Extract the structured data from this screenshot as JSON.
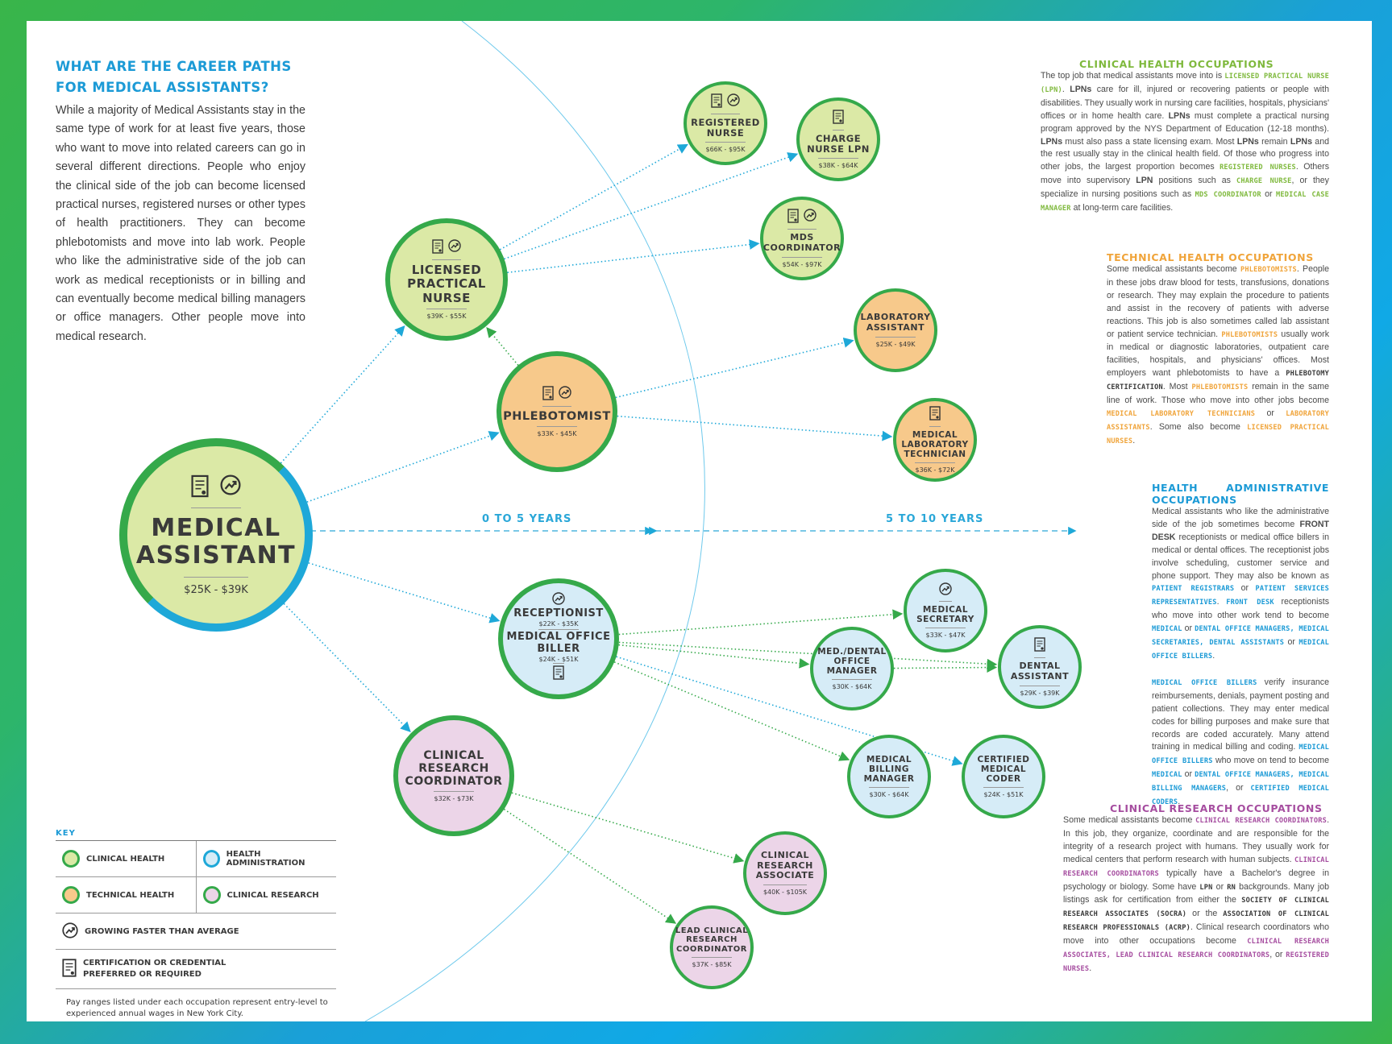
{
  "heading": "WHAT ARE THE CAREER PATHS FOR MEDICAL ASSISTANTS?",
  "intro": "While a majority of Medical Assistants stay in the same type of work for at least five years, those who want to move into related careers can go in several different directions. People who enjoy the clinical side of the job can become licensed practical nurses, registered nurses or other types of health practitioners. They can become phlebotomists and move into lab work. People who like the administrative side of the job can work as medical receptionists or in billing and can eventually become medical billing managers or office managers. Other people move into medical research.",
  "timeline": {
    "early": "0 TO 5 YEARS",
    "late": "5 TO 10 YEARS"
  },
  "colors": {
    "clinical_health": "#dbe9a6",
    "technical_health": "#f7c98b",
    "health_administration": "#d6ecf7",
    "clinical_research": "#ecd5e8",
    "ring_green": "#35a94a",
    "ring_blue": "#1ea8d8"
  },
  "nodes": {
    "medical_assistant": {
      "title": "MEDICAL ASSISTANT",
      "pay": "$25K - $39K",
      "icons": [
        "certification-icon",
        "growing-icon"
      ]
    },
    "lpn": {
      "title": "LICENSED PRACTICAL NURSE",
      "pay": "$39K - $55K",
      "icons": [
        "certification-icon",
        "growing-icon"
      ]
    },
    "phlebotomist": {
      "title": "PHLEBOTOMIST",
      "pay": "$33K - $45K",
      "icons": [
        "certification-icon",
        "growing-icon"
      ]
    },
    "receptionist": {
      "title": "RECEPTIONIST",
      "pay": "$22K - $35K",
      "title2": "MEDICAL OFFICE BILLER",
      "pay2": "$24K - $51K",
      "icons": [
        "growing-icon",
        "certification-icon"
      ]
    },
    "crc": {
      "title": "CLINICAL RESEARCH COORDINATOR",
      "pay": "$32K - $73K"
    },
    "rn": {
      "title": "REGISTERED NURSE",
      "pay": "$66K - $95K",
      "icons": [
        "certification-icon",
        "growing-icon"
      ]
    },
    "charge_nurse": {
      "title": "CHARGE NURSE LPN",
      "pay": "$38K - $64K",
      "icons": [
        "certification-icon"
      ]
    },
    "mds": {
      "title": "MDS COORDINATOR",
      "pay": "$54K - $97K",
      "icons": [
        "certification-icon",
        "growing-icon"
      ]
    },
    "lab_assistant": {
      "title": "LABORATORY ASSISTANT",
      "pay": "$25K - $49K"
    },
    "lab_tech": {
      "title": "MEDICAL LABORATORY TECHNICIAN",
      "pay": "$36K - $72K",
      "icons": [
        "certification-icon"
      ]
    },
    "med_secretary": {
      "title": "MEDICAL SECRETARY",
      "pay": "$33K - $47K",
      "icons": [
        "growing-icon"
      ]
    },
    "office_manager": {
      "title": "MED./DENTAL OFFICE MANAGER",
      "pay": "$30K - $64K"
    },
    "dental_assistant": {
      "title": "DENTAL ASSISTANT",
      "pay": "$29K - $39K",
      "icons": [
        "certification-icon"
      ]
    },
    "billing_manager": {
      "title": "MEDICAL BILLING MANAGER",
      "pay": "$30K - $64K"
    },
    "coder": {
      "title": "CERTIFIED MEDICAL CODER",
      "pay": "$24K - $51K"
    },
    "cra": {
      "title": "CLINICAL RESEARCH ASSOCIATE",
      "pay": "$40K - $105K"
    },
    "lead_crc": {
      "title": "LEAD CLINICAL RESEARCH COORDINATOR",
      "pay": "$37K - $85K"
    }
  },
  "sections": {
    "clinical": {
      "heading": "CLINICAL HEALTH OCCUPATIONS",
      "text": [
        {
          "t": "The top job that medical assistants move into is "
        },
        {
          "h": "LICENSED PRACTICAL NURSE (LPN)"
        },
        {
          "t": ". "
        },
        {
          "s": "LPNs"
        },
        {
          "t": " care for ill, injured or recovering patients or people with disabilities. They usually work in nursing care facilities, hospitals, physicians' offices or in home health care. "
        },
        {
          "s": "LPNs"
        },
        {
          "t": " must complete a practical nursing program approved by the NYS Department of Education (12-18 months). "
        },
        {
          "s": "LPNs"
        },
        {
          "t": " must also pass a state licensing exam. Most "
        },
        {
          "s": "LPNs"
        },
        {
          "t": " remain "
        },
        {
          "s": "LPNs"
        },
        {
          "t": " and the rest usually stay in the clinical health field. Of those who progress into other jobs, the largest proportion becomes "
        },
        {
          "h": "REGISTERED NURSES"
        },
        {
          "t": ". Others move into supervisory "
        },
        {
          "s": "LPN"
        },
        {
          "t": " positions such as "
        },
        {
          "h": "CHARGE NURSE"
        },
        {
          "t": ", or they specialize in nursing positions such as "
        },
        {
          "h": "MDS COORDINATOR"
        },
        {
          "t": " or "
        },
        {
          "h": "MEDICAL CASE MANAGER"
        },
        {
          "t": " at long-term care facilities."
        }
      ]
    },
    "technical": {
      "heading": "TECHNICAL HEALTH OCCUPATIONS",
      "text": [
        {
          "t": "Some medical assistants become "
        },
        {
          "h": "PHLEBOTOMISTS"
        },
        {
          "t": ". People in these jobs draw blood for tests, transfusions, donations or research. They may explain the procedure to patients and assist in the recovery of patients with adverse reactions. This job is also sometimes called lab assistant or patient service technician. "
        },
        {
          "h": "PHLEBOTOMISTS"
        },
        {
          "t": " usually work in medical or diagnostic laboratories, outpatient care facilities, hospitals, and physicians' offices. Most employers want phlebotomists to have a "
        },
        {
          "k": "PHLEBOTOMY CERTIFICATION"
        },
        {
          "t": ". Most "
        },
        {
          "h": "PHLEBOTOMISTS"
        },
        {
          "t": " remain in the same line of work. Those who move into other jobs become "
        },
        {
          "h": "MEDICAL LABORATORY TECHNICIANS"
        },
        {
          "t": " or "
        },
        {
          "h": "LABORATORY ASSISTANTS"
        },
        {
          "t": ". Some also become "
        },
        {
          "h": "LICENSED PRACTICAL NURSES"
        },
        {
          "t": "."
        }
      ]
    },
    "admin": {
      "heading": "HEALTH ADMINISTRATIVE OCCUPATIONS",
      "text": [
        {
          "t": "Medical assistants who like the administrative side of the job sometimes become "
        },
        {
          "s": "FRONT DESK"
        },
        {
          "t": " receptionists or medical office billers in medical or dental offices. The receptionist jobs involve scheduling, customer service and phone support. They may also be known as "
        },
        {
          "h": "PATIENT REGISTRARS"
        },
        {
          "t": " or "
        },
        {
          "h": "PATIENT SERVICES REPRESENTATIVES"
        },
        {
          "t": ". "
        },
        {
          "h": "FRONT DESK"
        },
        {
          "t": " receptionists who move into other work tend to become "
        },
        {
          "h": "MEDICAL"
        },
        {
          "t": " or "
        },
        {
          "h": "DENTAL OFFICE MANAGERS, MEDICAL SECRETARIES, DENTAL ASSISTANTS"
        },
        {
          "t": " or "
        },
        {
          "h": "MEDICAL OFFICE BILLERS"
        },
        {
          "t": "."
        }
      ],
      "text2": [
        {
          "h": "MEDICAL OFFICE BILLERS"
        },
        {
          "t": " verify insurance reimbursements, denials, payment posting and patient collections. They may enter medical codes for billing purposes and make sure that records are coded accurately. Many attend training in medical billing and coding. "
        },
        {
          "h": "MEDICAL OFFICE BILLERS"
        },
        {
          "t": " who move on tend to become "
        },
        {
          "h": "MEDICAL"
        },
        {
          "t": " or "
        },
        {
          "h": "DENTAL OFFICE MANAGERS, MEDICAL BILLING MANAGERS"
        },
        {
          "t": ", or "
        },
        {
          "h": "CERTIFIED MEDICAL CODERS"
        },
        {
          "t": "."
        }
      ]
    },
    "research": {
      "heading": "CLINICAL RESEARCH OCCUPATIONS",
      "text": [
        {
          "t": "Some medical assistants become "
        },
        {
          "h": "CLINICAL RESEARCH COORDINATORS"
        },
        {
          "t": ". In this job, they organize, coordinate and are responsible for the integrity of a research project with humans. They usually work for medical centers that perform research with human subjects. "
        },
        {
          "h": "CLINICAL RESEARCH COORDINATORS"
        },
        {
          "t": " typically have a Bachelor's degree in psychology or biology. Some have "
        },
        {
          "k": "LPN"
        },
        {
          "t": " or "
        },
        {
          "k": "RN"
        },
        {
          "t": " backgrounds. Many job listings ask for certification from either the "
        },
        {
          "k": "SOCIETY OF CLINICAL RESEARCH ASSOCIATES (SOCRA)"
        },
        {
          "t": " or the "
        },
        {
          "k": "ASSOCIATION OF CLINICAL RESEARCH PROFESSIONALS (ACRP)"
        },
        {
          "t": ". Clinical research coordinators who move into other occupations become "
        },
        {
          "h": "CLINICAL RESEARCH ASSOCIATES, LEAD CLINICAL RESEARCH COORDINATORS"
        },
        {
          "t": ", or "
        },
        {
          "h": "REGISTERED NURSES"
        },
        {
          "t": "."
        }
      ]
    }
  },
  "key": {
    "title": "KEY",
    "clinical_health": "CLINICAL HEALTH",
    "health_administration": "HEALTH ADMINISTRATION",
    "technical_health": "TECHNICAL HEALTH",
    "clinical_research": "CLINICAL RESEARCH",
    "growing": "GROWING FASTER THAN AVERAGE",
    "certification": "CERTIFICATION OR CREDENTIAL PREFERRED OR REQUIRED",
    "note": "Pay ranges listed under each occupation represent entry-level to experienced annual wages in New York City."
  }
}
